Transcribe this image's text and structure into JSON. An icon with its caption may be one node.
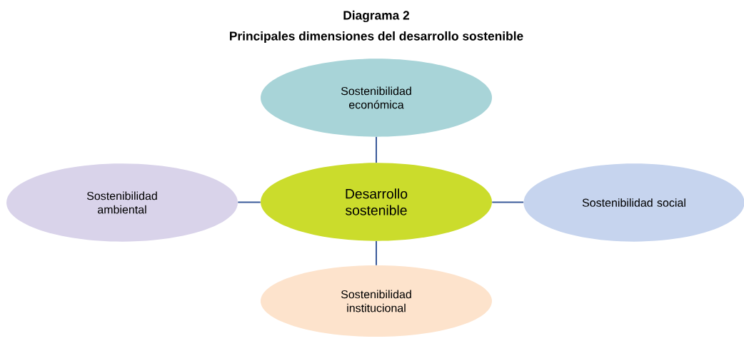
{
  "diagram": {
    "title": "Principales dimensiones del desarrollo sostenible",
    "labels": [
      "Diagrama 2"
    ],
    "nodes": [
      {
        "text": [
          "Desarrollo sostenible"
        ]
      },
      {
        "text": [
          "Sostenibilidad económica"
        ]
      },
      {
        "text": [
          "Sostenibilidad ambiental"
        ]
      },
      {
        "text": [
          "Sostenibilidad social"
        ]
      },
      {
        "text": [
          "Sostenibilidad institucional"
        ]
      }
    ],
    "edges": [
      {
        "from": 0,
        "to": 1,
        "arrow": "none"
      },
      {
        "from": 0,
        "to": 2,
        "arrow": "none"
      },
      {
        "from": 0,
        "to": 3,
        "arrow": "none"
      },
      {
        "from": 0,
        "to": 4,
        "arrow": "none"
      }
    ]
  }
}
